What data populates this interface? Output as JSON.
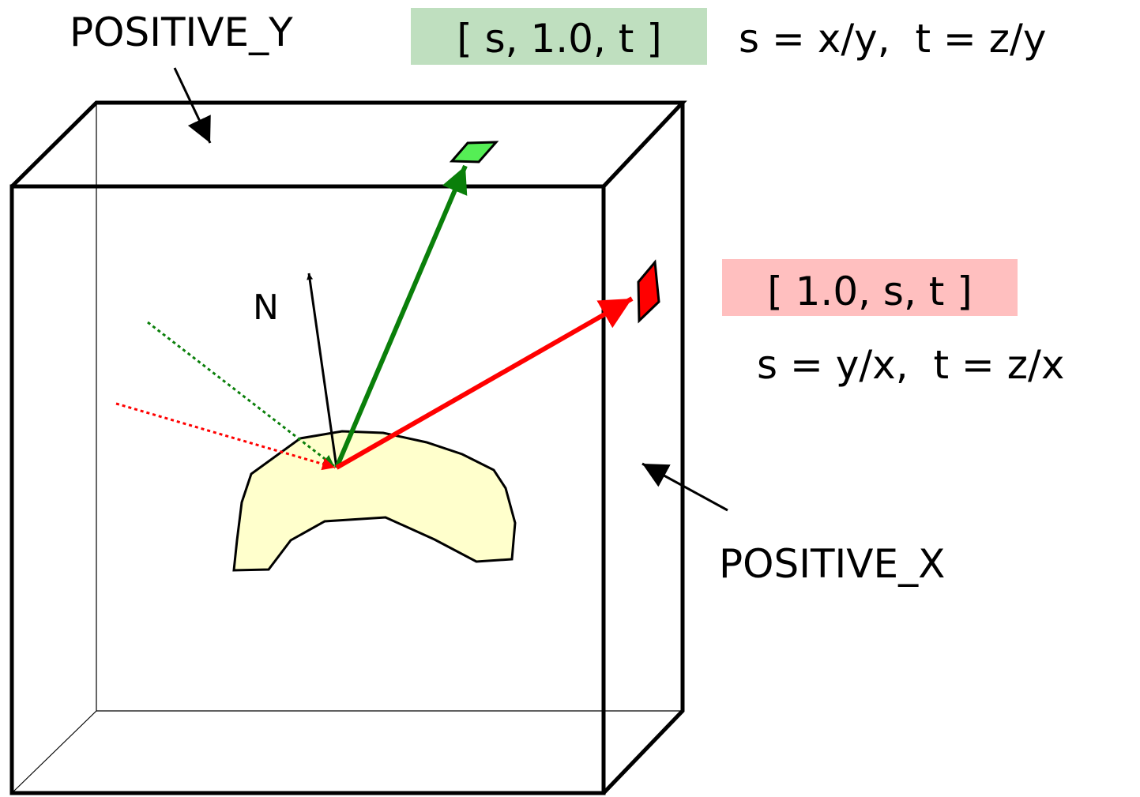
{
  "labels": {
    "positive_y": "POSITIVE_Y",
    "positive_x": "POSITIVE_X",
    "normal": "N"
  },
  "formulas": {
    "y_face_coords": "[ s, 1.0, t ]",
    "y_face_eq": "s = x/y,  t = z/y",
    "x_face_coords": "[ 1.0, s, t ]",
    "x_face_eq": "s = y/x,  t = z/x"
  },
  "colors": {
    "y_face_highlight": "#bfdfbf",
    "x_face_highlight": "#ffbfbf",
    "green_ray": "#0a7f0a",
    "red_ray": "#ff0000",
    "green_texel": "#55ee55",
    "red_texel": "#ff0000",
    "surface_fill": "#ffffcc"
  }
}
